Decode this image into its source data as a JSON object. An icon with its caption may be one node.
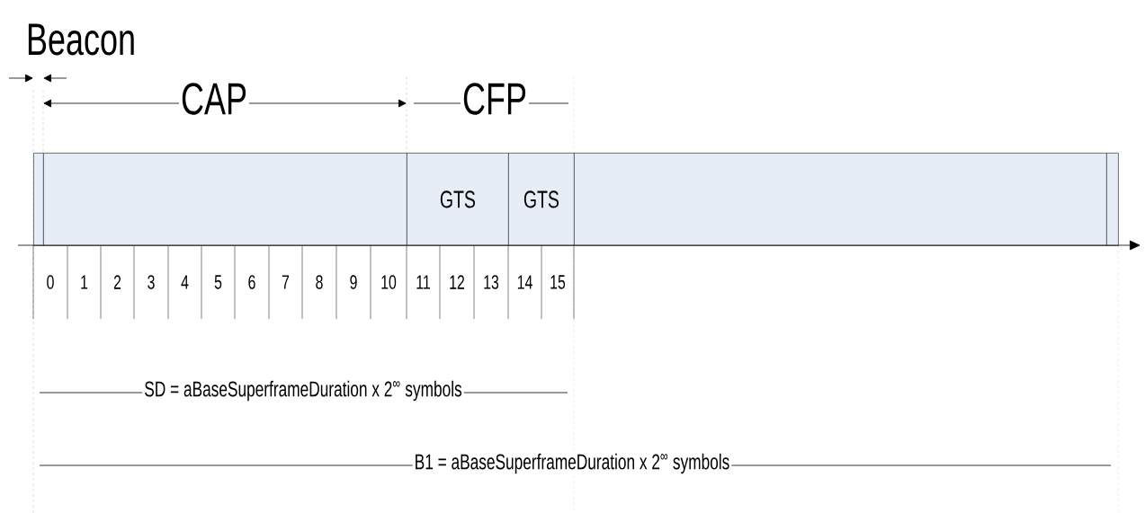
{
  "diagram": {
    "nodes": [
      {
        "text": [],
        "shape": "box"
      },
      {
        "text": [],
        "shape": "box"
      },
      {
        "text": [
          "GTS"
        ]
      },
      {
        "text": [
          "GTS"
        ]
      },
      {
        "text": [],
        "shape": "box"
      },
      {
        "text": [],
        "shape": "box"
      }
    ],
    "labels": [
      "Beacon",
      "CAP",
      "CFP",
      "0",
      "1",
      "2",
      "3",
      "4",
      "5",
      "6",
      "7",
      "8",
      "9",
      "10",
      "11",
      "12",
      "13",
      "14",
      "15",
      "SD = aBaseSuperframeDuration  x  2$^{∞}$ symbols",
      "B1 = aBaseSuperframeDuration  x  2$^{∞}$ symbols"
    ]
  }
}
